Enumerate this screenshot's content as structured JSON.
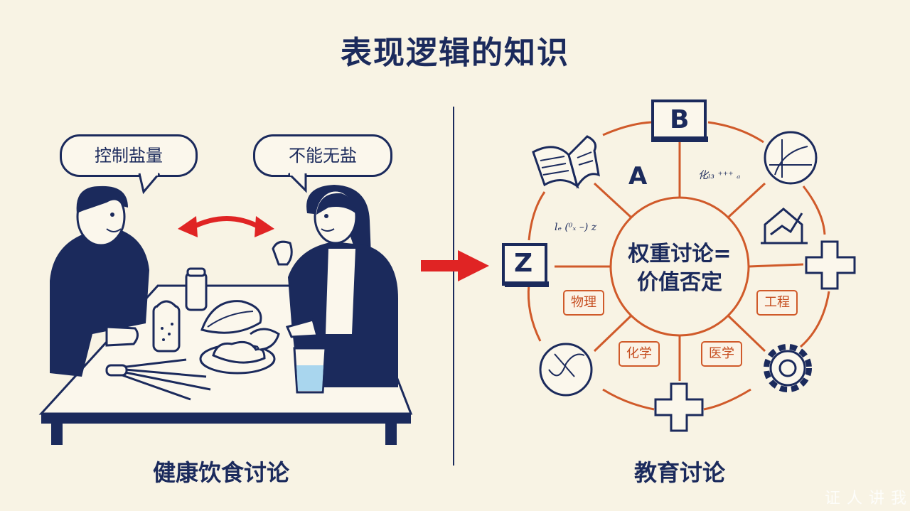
{
  "title": "表现逻辑的知识",
  "left_panel": {
    "caption": "健康饮食讨论",
    "bubble_left": "控制盐量",
    "bubble_right": "不能无盐"
  },
  "right_panel": {
    "caption": "教育讨论",
    "center_line1": "权重讨论=",
    "center_line2": "价值否定",
    "letters": {
      "a": "A",
      "b": "B",
      "z": "Z"
    },
    "tags": {
      "physics": "物理",
      "engineering": "工程",
      "chemistry": "化学",
      "medicine": "医学"
    },
    "formula_top": "化ₗ₃ ⁺⁺⁺ ₐ",
    "formula_left": "lₑ (⁰ₓ –) z",
    "icons": [
      "book-icon",
      "graph-icon",
      "house-chart-icon",
      "plus-icon",
      "gear-icon",
      "plus-icon",
      "chart-icon"
    ]
  },
  "watermark": "证 人 讲 我",
  "colors": {
    "navy": "#1b2a5c",
    "orange": "#d05a2a",
    "red": "#e02424",
    "background": "#f8f3e4"
  }
}
